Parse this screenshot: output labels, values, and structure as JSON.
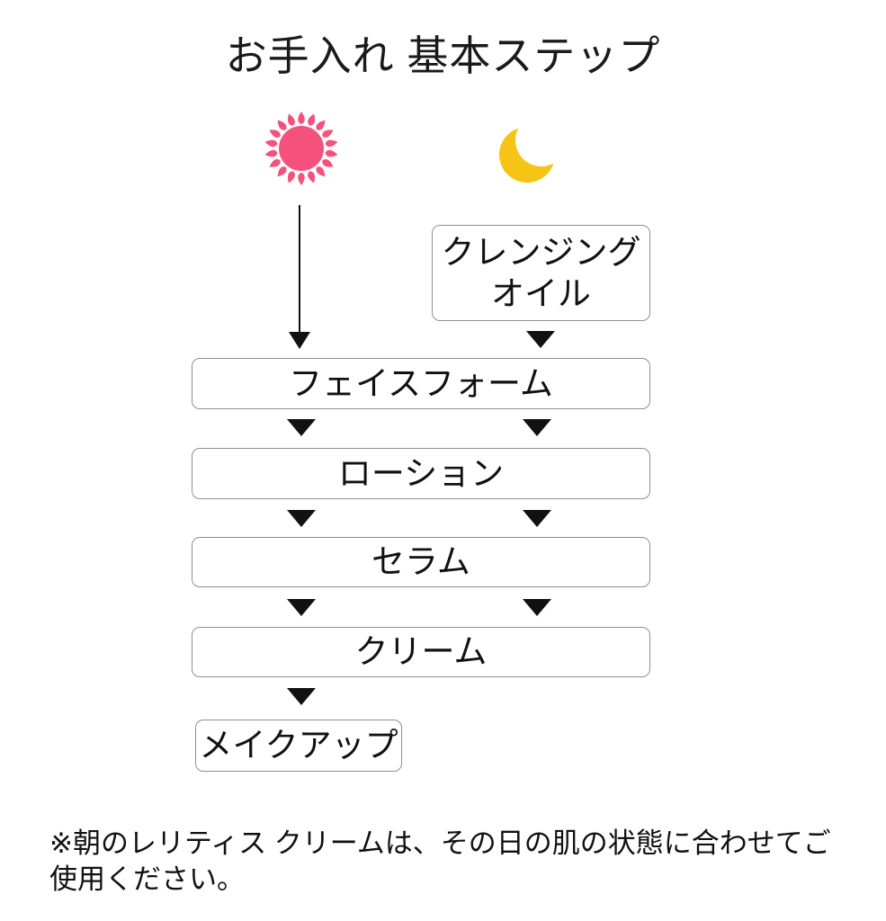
{
  "title": "お手入れ 基本ステップ",
  "icons": {
    "sun": {
      "name": "sun-icon",
      "color": "#F4517D"
    },
    "moon": {
      "name": "moon-icon",
      "color": "#F6C414"
    }
  },
  "flow": {
    "cleansing_oil": {
      "lines": [
        "クレンジング",
        "オイル"
      ]
    },
    "steps": [
      "フェイスフォーム",
      "ローション",
      "セラム",
      "クリーム"
    ],
    "makeup": "メイクアップ"
  },
  "note": "※朝のレリティス クリームは、その日の肌の状態に合わせてご使用ください。",
  "colors": {
    "arrow": "#111111",
    "box_border": "#909090",
    "text": "#111111"
  }
}
